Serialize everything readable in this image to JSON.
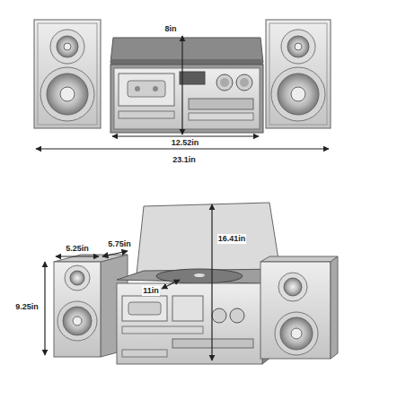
{
  "diagram": {
    "labels": [
      "8in",
      "12.52in",
      "23.1in",
      "5.25in",
      "5.75in",
      "9.25in",
      "16.41in",
      "11in"
    ]
  }
}
